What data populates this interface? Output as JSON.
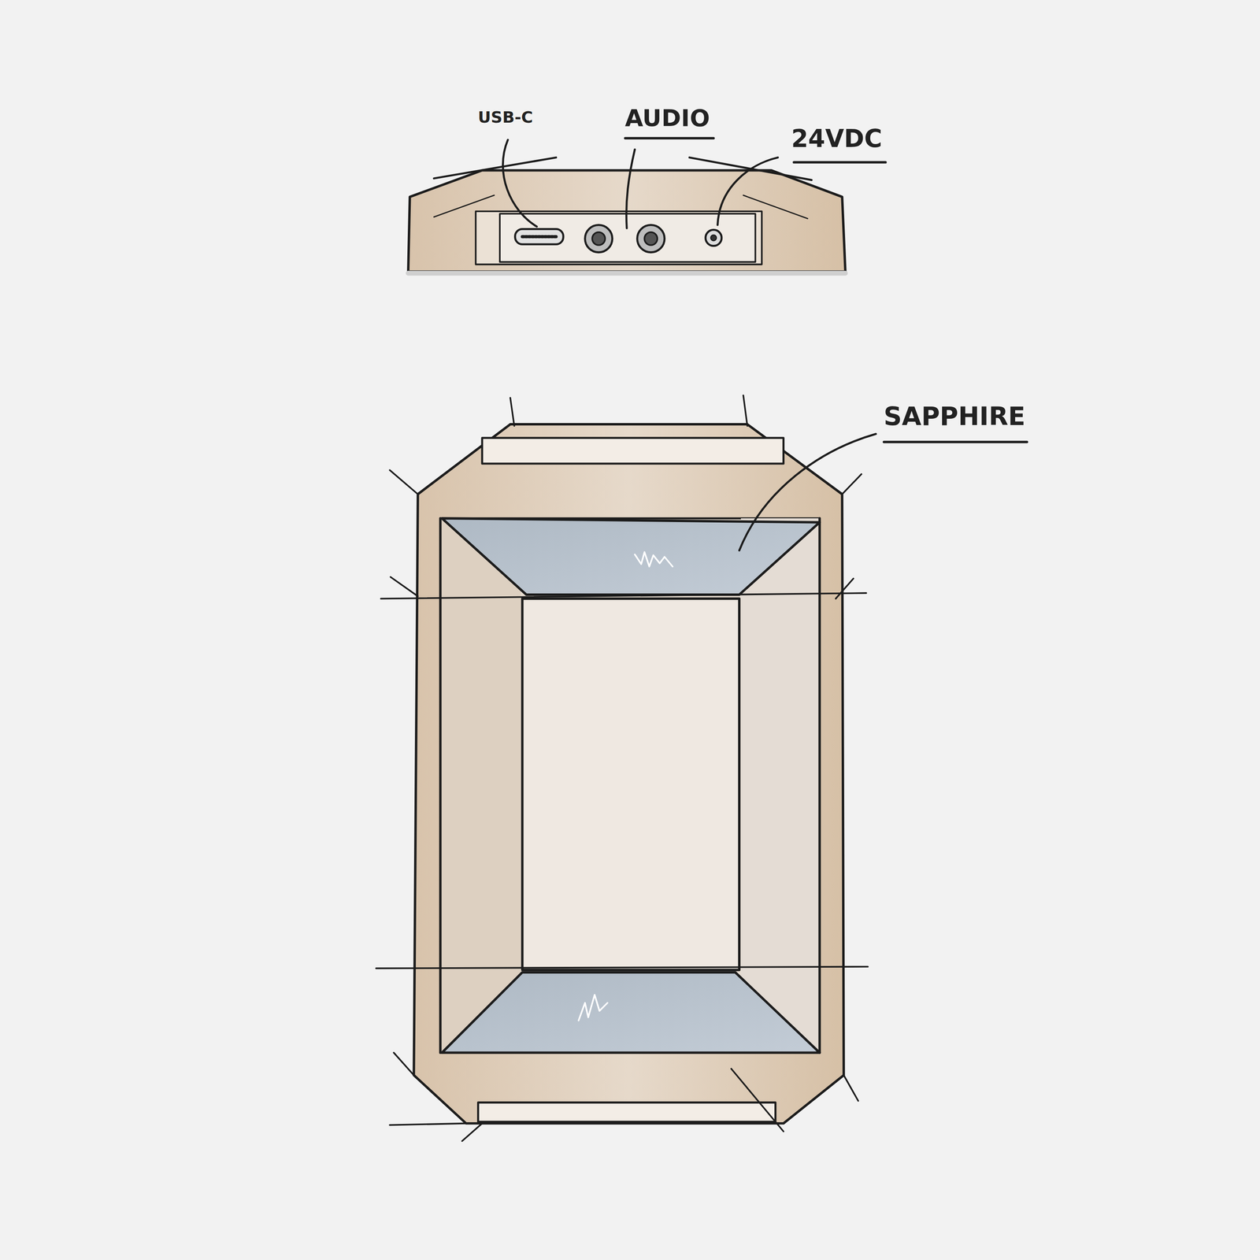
{
  "diagram": {
    "labels": [
      "USB-C",
      "AUDIO",
      "24VDC",
      "SAPPHIRE"
    ]
  }
}
